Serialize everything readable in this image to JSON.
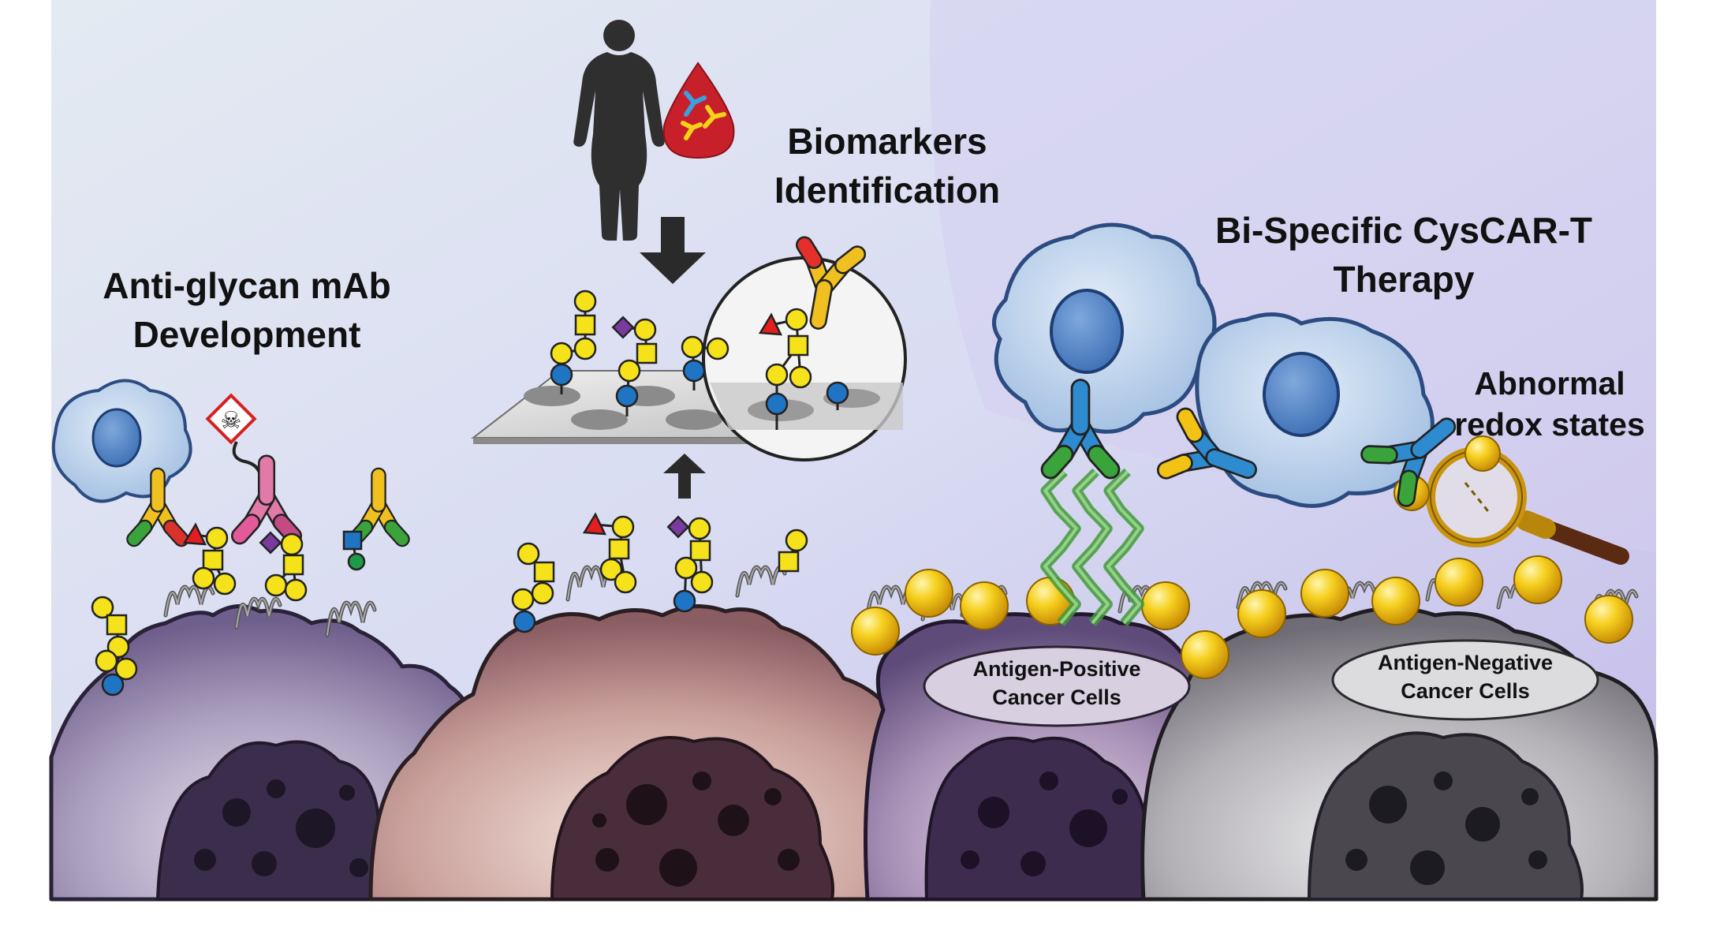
{
  "labels": {
    "anti_glycan_line1": "Anti-glycan mAb",
    "anti_glycan_line2": "Development",
    "biomarkers_line1": "Biomarkers",
    "biomarkers_line2": "Identification",
    "cyscar_line1": "Bi-Specific CysCAR-T",
    "cyscar_line2": "Therapy",
    "redox_line1": "Abnormal",
    "redox_line2": "redox states",
    "positive_line1": "Antigen-Positive",
    "positive_line2": "Cancer Cells",
    "negative_line1": "Antigen-Negative",
    "negative_line2": "Cancer Cells"
  },
  "icons": [
    "human-silhouette-icon",
    "blood-drop-icon",
    "toxin-hazard-icon",
    "magnifier-icon",
    "down-arrow-icon",
    "up-arrow-icon"
  ],
  "colors": {
    "glycan_galactose": "#f6e21a",
    "glycan_glcnac": "#1f74c4",
    "glycan_sialic": "#7a3b9e",
    "glycan_fucose": "#e41e1e",
    "thiol_sphere": "#f2c214",
    "antibody_blue": "#2e8bd0",
    "antibody_green": "#3ba33b",
    "cell_purple": "#8a7ba2",
    "cell_pink": "#b98a88",
    "cell_gray": "#9d9aa0",
    "background_top": "#dfe6f1",
    "background_bottom": "#cbc2eb"
  }
}
